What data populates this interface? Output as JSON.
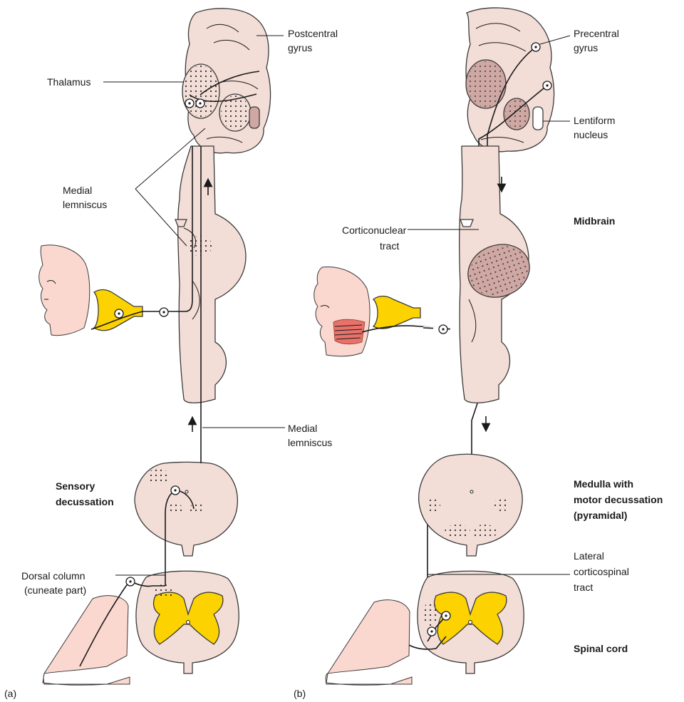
{
  "panels": [
    {
      "id": "a",
      "panel_label": "(a)",
      "labels": {
        "postcentral": [
          "Postcentral",
          "gyrus"
        ],
        "thalamus": [
          "Thalamus"
        ],
        "medial_lemniscus_upper": [
          "Medial",
          "lemniscus"
        ],
        "medial_lemniscus_lower": [
          "Medial",
          "lemniscus"
        ],
        "sensory_decussation": [
          "Sensory",
          "decussation"
        ],
        "dorsal_column": [
          "Dorsal column",
          "(cuneate part)"
        ]
      }
    },
    {
      "id": "b",
      "panel_label": "(b)",
      "labels": {
        "precentral": [
          "Precentral",
          "gyrus"
        ],
        "lentiform": [
          "Lentiform",
          "nucleus"
        ],
        "midbrain": [
          "Midbrain"
        ],
        "corticonuclear": [
          "Corticonuclear",
          "tract"
        ],
        "medulla": [
          "Medulla with",
          "motor decussation",
          "(pyramidal)"
        ],
        "lateral_cst": [
          "Lateral",
          "corticospinal",
          "tract"
        ],
        "spinal_cord": [
          "Spinal cord"
        ]
      }
    }
  ],
  "colors": {
    "tissue": "#f3ddd7",
    "nucleus": "#cfa8a4",
    "ganglion": "#fcd200",
    "muscle": "#e8726a",
    "skin": "#fbd8cf",
    "line": "#1a1a1a"
  },
  "icons": [
    "neuron-cell-body-icon",
    "direction-arrow-icon"
  ]
}
